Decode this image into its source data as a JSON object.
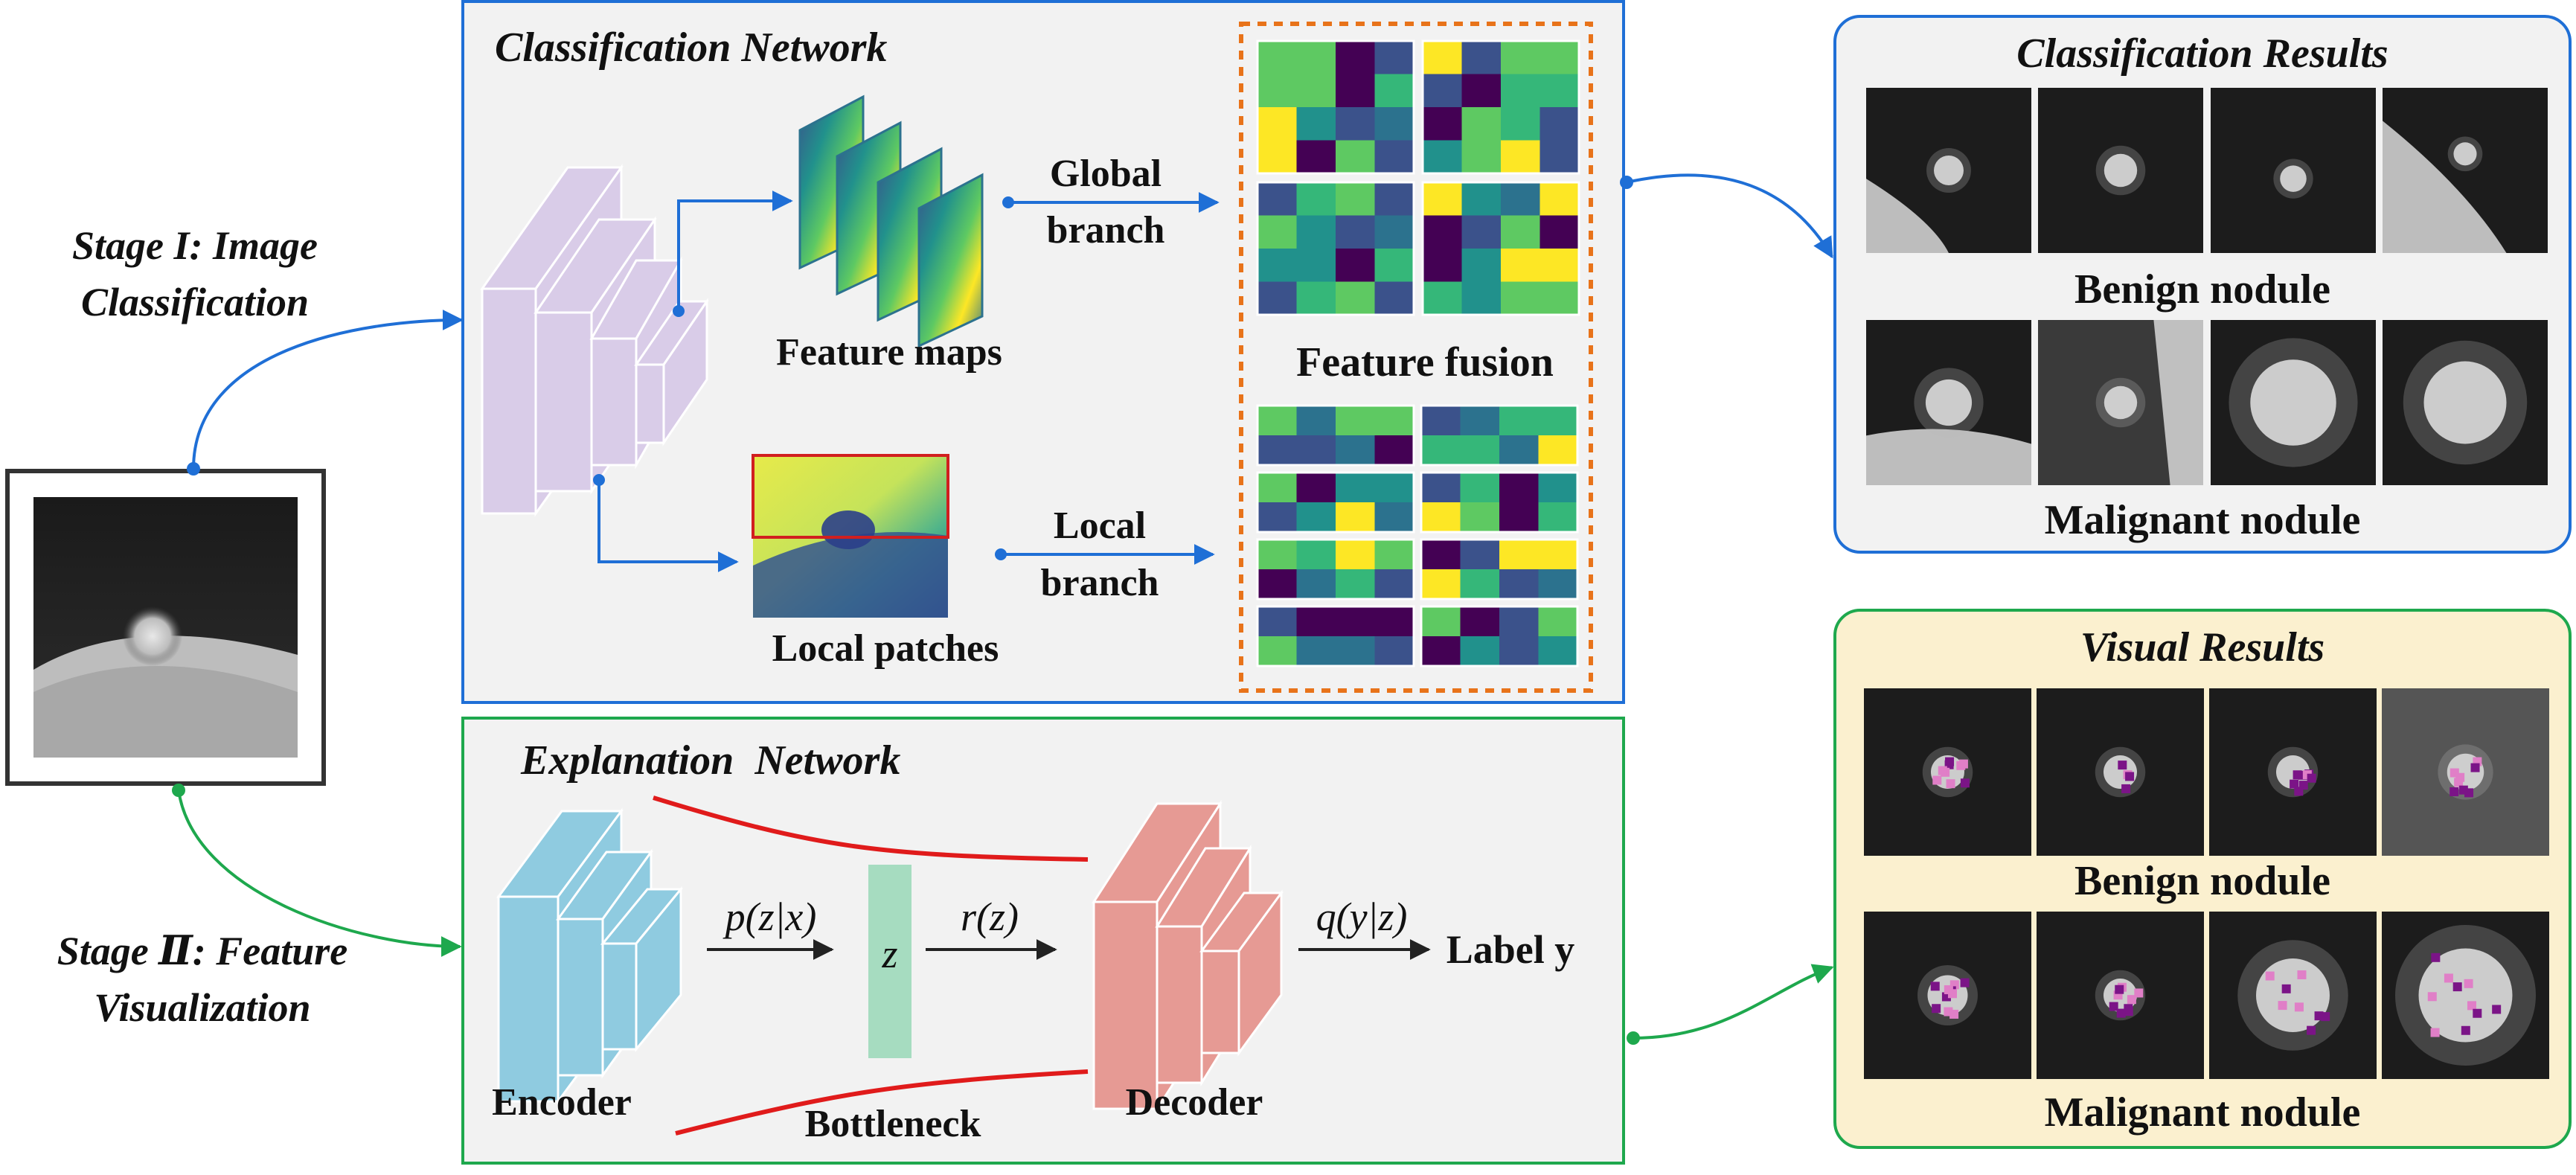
{
  "stages": {
    "stage1": [
      "Stage I: Image",
      "Classification"
    ],
    "stage2": [
      "Stage Ⅱ: Feature",
      "Visualization"
    ]
  },
  "classification_network": {
    "title": "Classification Network",
    "feature_maps_label": "Feature maps",
    "local_patches_label": "Local patches",
    "global_branch": [
      "Global",
      "branch"
    ],
    "local_branch": [
      "Local",
      "branch"
    ],
    "feature_fusion_label": "Feature fusion"
  },
  "explanation_network": {
    "title": "Explanation  Network",
    "encoder_label": "Encoder",
    "bottleneck_label": "Bottleneck",
    "decoder_label": "Decoder",
    "z_label": "z",
    "p_label": "p(z|x)",
    "r_label": "r(z)",
    "q_label": "q(y|z)",
    "output_label": "Label y"
  },
  "classification_results": {
    "title": "Classification Results",
    "benign_label": "Benign nodule",
    "malignant_label": "Malignant nodule"
  },
  "visual_results": {
    "title": "Visual Results",
    "benign_label": "Benign nodule",
    "malignant_label": "Malignant nodule"
  },
  "colors": {
    "blue_line": "#1f6fd6",
    "green_line": "#1ea84d",
    "orange_dash": "#e8731a",
    "red_curve": "#e01b1b",
    "panel_fill": "#f2f2f2",
    "visual_panel_fill": "#fbf0cf",
    "conv_purple": "#d9cce8",
    "encoder_blue": "#8fcbe0",
    "decoder_pink": "#e69a94",
    "bottleneck_green": "#a6dcc0"
  }
}
